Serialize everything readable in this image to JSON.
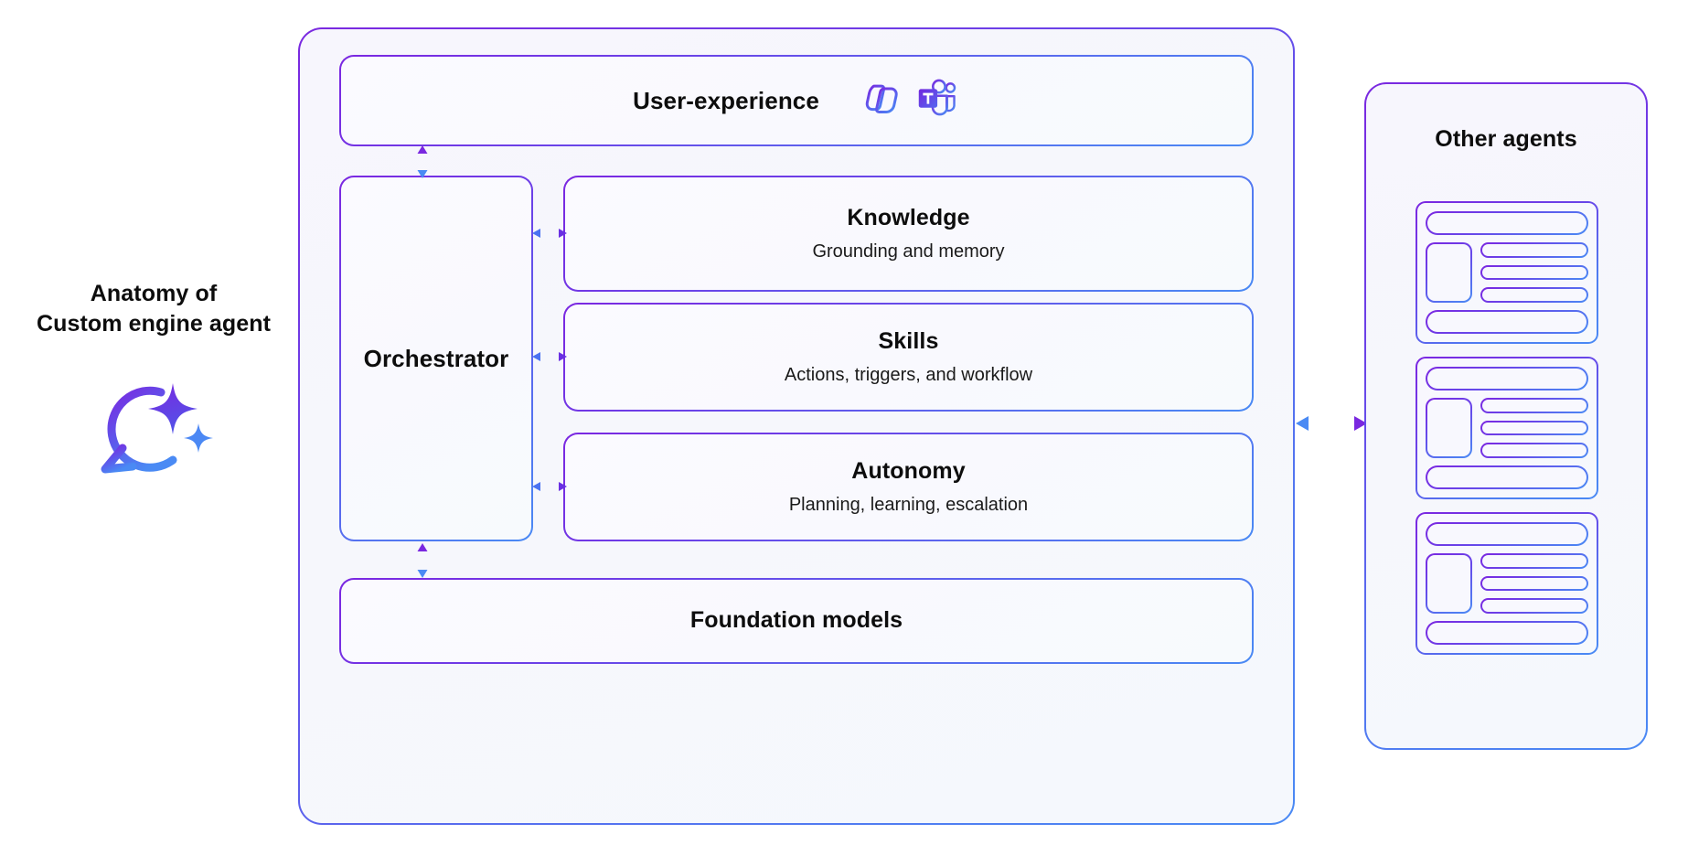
{
  "caption": {
    "title_line1": "Anatomy of",
    "title_line2": "Custom engine agent",
    "icon_name": "copilot-sparkle-chat-icon"
  },
  "agent_container": {
    "name": "custom-engine-agent",
    "user_experience": {
      "label": "User-experience",
      "icons": [
        {
          "name": "microsoft-365-copilot-icon",
          "label": "Microsoft 365 Copilot"
        },
        {
          "name": "microsoft-teams-icon",
          "label": "Microsoft Teams"
        }
      ]
    },
    "orchestrator": {
      "label": "Orchestrator"
    },
    "capabilities": [
      {
        "key": "knowledge",
        "title": "Knowledge",
        "subtitle": "Grounding and memory"
      },
      {
        "key": "skills",
        "title": "Skills",
        "subtitle": "Actions, triggers, and workflow"
      },
      {
        "key": "autonomy",
        "title": "Autonomy",
        "subtitle": "Planning, learning, escalation"
      }
    ],
    "foundation": {
      "label": "Foundation models"
    }
  },
  "other_agents": {
    "title": "Other agents",
    "cards": [
      {
        "name": "agent-card-1"
      },
      {
        "name": "agent-card-2"
      },
      {
        "name": "agent-card-3"
      }
    ]
  },
  "connectors": [
    {
      "name": "ux-to-orchestrator-arrow",
      "style": "solid",
      "direction": "bidirectional"
    },
    {
      "name": "orchestrator-to-knowledge-arrow",
      "style": "solid",
      "direction": "bidirectional"
    },
    {
      "name": "orchestrator-to-skills-arrow",
      "style": "solid",
      "direction": "bidirectional"
    },
    {
      "name": "orchestrator-to-autonomy-arrow",
      "style": "solid",
      "direction": "bidirectional"
    },
    {
      "name": "orchestrator-to-foundation-arrow",
      "style": "solid",
      "direction": "bidirectional"
    },
    {
      "name": "agent-to-other-agents-arrow",
      "style": "dotted",
      "direction": "bidirectional"
    }
  ],
  "colors": {
    "gradient_start_purple": "#7a28e0",
    "gradient_end_blue": "#4a8af4",
    "card_fill": "#f8f8fe",
    "page_background": "#ffffff",
    "text_primary": "#0d0d0d"
  }
}
